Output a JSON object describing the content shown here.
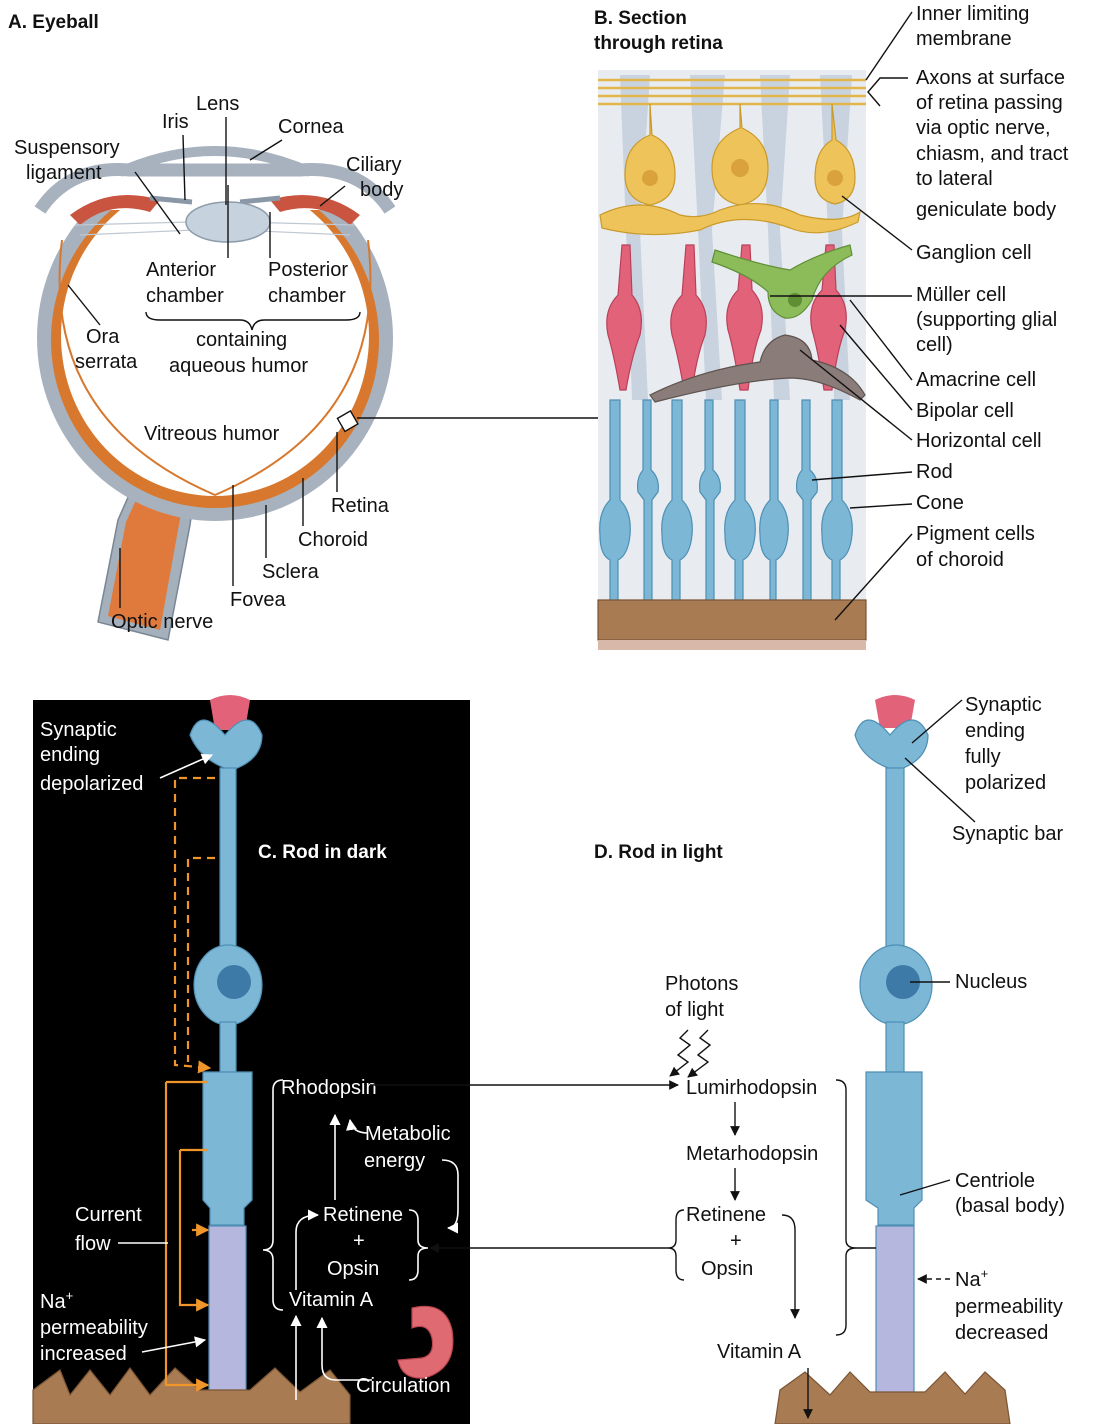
{
  "panel_a": {
    "title": "A. Eyeball",
    "labels": {
      "lens": "Lens",
      "iris": "Iris",
      "cornea": "Cornea",
      "suspensory_1": "Suspensory",
      "suspensory_2": "ligament",
      "ciliary_1": "Ciliary",
      "ciliary_2": "body",
      "anterior_1": "Anterior",
      "anterior_2": "chamber",
      "posterior_1": "Posterior",
      "posterior_2": "chamber",
      "ora_1": "Ora",
      "ora_2": "serrata",
      "aqueous_1": "containing",
      "aqueous_2": "aqueous humor",
      "vitreous": "Vitreous humor",
      "retina": "Retina",
      "choroid": "Choroid",
      "sclera": "Sclera",
      "fovea": "Fovea",
      "optic_nerve": "Optic nerve"
    }
  },
  "panel_b": {
    "title_1": "B. Section",
    "title_2": "through retina",
    "labels": {
      "ilm_1": "Inner limiting",
      "ilm_2": "membrane",
      "axons_1": "Axons at surface",
      "axons_2": "of retina passing",
      "axons_3": "via optic nerve,",
      "axons_4": "chiasm, and tract",
      "axons_5": "to lateral",
      "axons_6": "geniculate body",
      "ganglion": "Ganglion cell",
      "muller_1": "Müller cell",
      "muller_2": "(supporting glial",
      "muller_3": "cell)",
      "amacrine": "Amacrine cell",
      "bipolar": "Bipolar cell",
      "horizontal": "Horizontal cell",
      "rod": "Rod",
      "cone": "Cone",
      "pigment_1": "Pigment cells",
      "pigment_2": "of choroid"
    }
  },
  "panel_c": {
    "title": "C. Rod in dark",
    "labels": {
      "synaptic_1": "Synaptic",
      "synaptic_2": "ending",
      "synaptic_3": "depolarized",
      "current_1": "Current",
      "current_2": "flow",
      "na_1": "Na",
      "na_sup": "+",
      "na_2": "permeability",
      "na_3": "increased"
    }
  },
  "panel_d": {
    "title": "D. Rod in light",
    "labels": {
      "synaptic_1": "Synaptic",
      "synaptic_2": "ending",
      "synaptic_3": "fully",
      "synaptic_4": "polarized",
      "synaptic_bar": "Synaptic bar",
      "nucleus": "Nucleus",
      "centriole_1": "Centriole",
      "centriole_2": "(basal body)",
      "na_1": "Na",
      "na_sup": "+",
      "na_2": "permeability",
      "na_3": "decreased"
    }
  },
  "cycle": {
    "rhodopsin": "Rhodopsin",
    "metabolic_1": "Metabolic",
    "metabolic_2": "energy",
    "retinene": "Retinene",
    "plus": "+",
    "opsin": "Opsin",
    "vitamin_a": "Vitamin A",
    "circulation": "Circulation",
    "photons_1": "Photons",
    "photons_2": "of light",
    "lumirhodopsin": "Lumirhodopsin",
    "metarhodopsin": "Metarhodopsin",
    "retinene_r": "Retinene",
    "plus_r": "+",
    "opsin_r": "Opsin",
    "vitamin_a_r": "Vitamin A"
  },
  "colors": {
    "sclera": "#9aa6b4",
    "choroid": "#d7782e",
    "rod_blue": "#7cb7d6",
    "ganglion_yellow": "#eec35a",
    "bipolar_pink": "#e2627a",
    "amacrine_green": "#8cbc5a",
    "horizontal_gray": "#8a7c78",
    "pigment_brown": "#a97b52",
    "current_orange": "#f0952a"
  }
}
